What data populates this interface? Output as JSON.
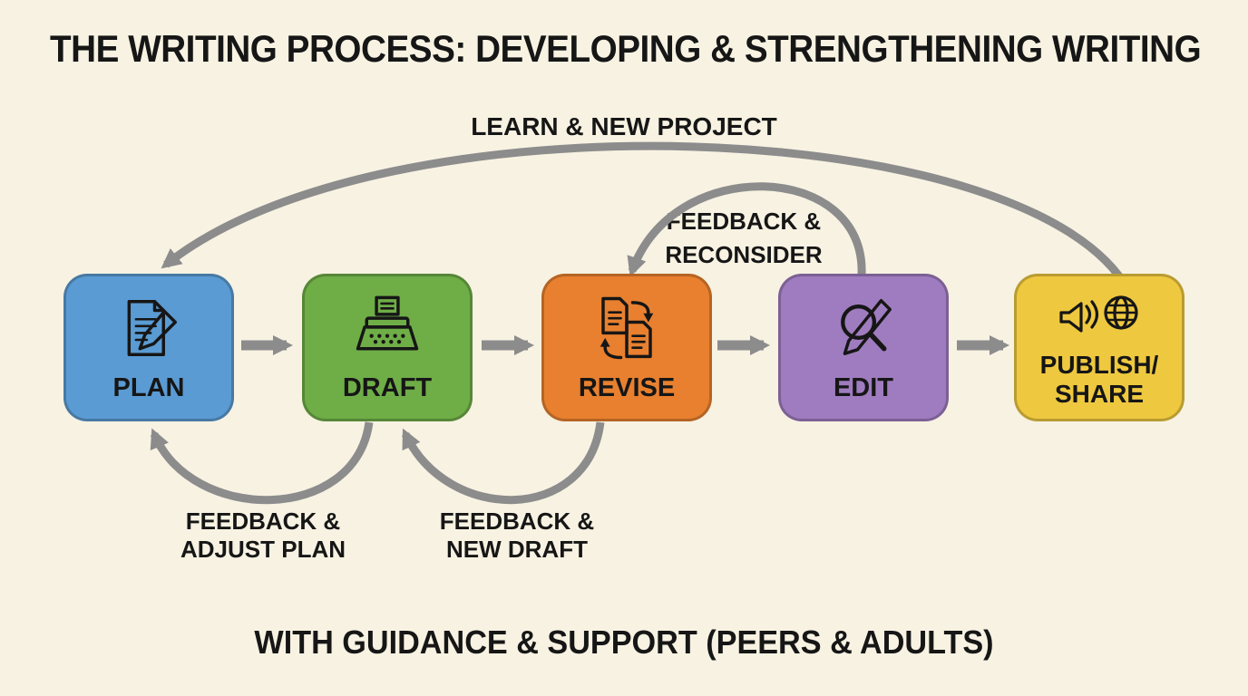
{
  "title": "THE WRITING PROCESS: DEVELOPING & STRENGTHENING WRITING",
  "footer": "WITH GUIDANCE & SUPPORT (PEERS & ADULTS)",
  "stages": [
    {
      "label": "PLAN",
      "color": "#5b9bd3",
      "icon": "document-pencil-icon"
    },
    {
      "label": "DRAFT",
      "color": "#6fad47",
      "icon": "typewriter-icon"
    },
    {
      "label": "REVISE",
      "color": "#e8802f",
      "icon": "documents-cycle-icon"
    },
    {
      "label": "EDIT",
      "color": "#9f7cbf",
      "icon": "magnifier-pencil-icon"
    },
    {
      "label": "PUBLISH/\nSHARE",
      "color": "#eec83f",
      "icon": "megaphone-globe-icon"
    }
  ],
  "loops": {
    "learn_new_project": {
      "label": "LEARN & NEW PROJECT",
      "from": "PUBLISH/SHARE",
      "to": "PLAN"
    },
    "feedback_reconsider": {
      "label": "FEEDBACK &\nRECONSIDER",
      "from": "EDIT",
      "to": "REVISE"
    },
    "feedback_adjust_plan": {
      "label": "FEEDBACK &\nADJUST PLAN",
      "from": "DRAFT",
      "to": "PLAN"
    },
    "feedback_new_draft": {
      "label": "FEEDBACK &\nNEW DRAFT",
      "from": "REVISE",
      "to": "DRAFT"
    }
  },
  "colors": {
    "background": "#f7f2e2",
    "arrow": "#8c8c8c",
    "text": "#161616"
  }
}
